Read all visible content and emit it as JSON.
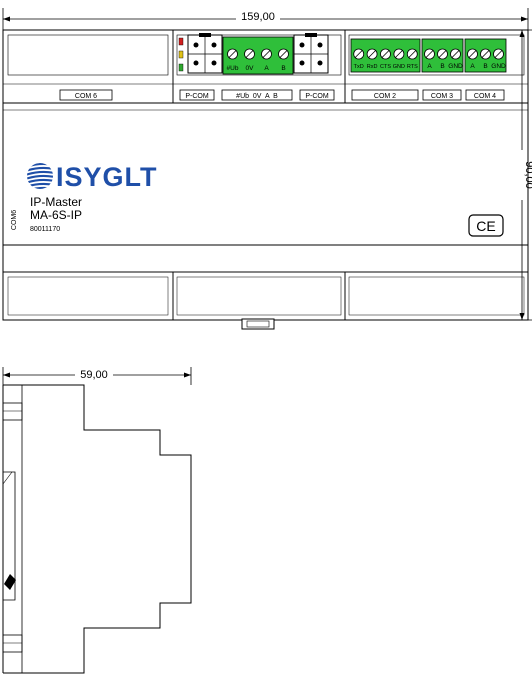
{
  "dimensions": {
    "width_label": "159,00",
    "height_label": "90,00",
    "depth_label": "59,00"
  },
  "front_labels": {
    "com6": "COM 6",
    "pcom_1": "P-COM",
    "pcom_2": "P-COM",
    "com2": "COM 2",
    "com3": "COM 3",
    "com4": "COM 4",
    "bus_terminal": "#Ub  0V  A  B",
    "com6_vertical": "COM6"
  },
  "terminals": {
    "bus": [
      "#Ub",
      "0V",
      "A",
      "B"
    ],
    "com2": [
      "TxD",
      "RxD",
      "CTS",
      "GND",
      "RTS"
    ],
    "com3": [
      "A",
      "B",
      "GND"
    ],
    "com4": [
      "A",
      "B",
      "GND"
    ]
  },
  "device": {
    "brand": "ISYGLT",
    "title": "IP-Master",
    "model": "MA-6S-IP",
    "article_no": "80011170",
    "ce_mark": "CE"
  },
  "colors": {
    "terminal_green": "#2fbf3a",
    "brand_blue": "#1f4fa8",
    "led_red": "#d21f1f",
    "led_yellow": "#e0c21a",
    "led_green": "#2fa82f"
  }
}
